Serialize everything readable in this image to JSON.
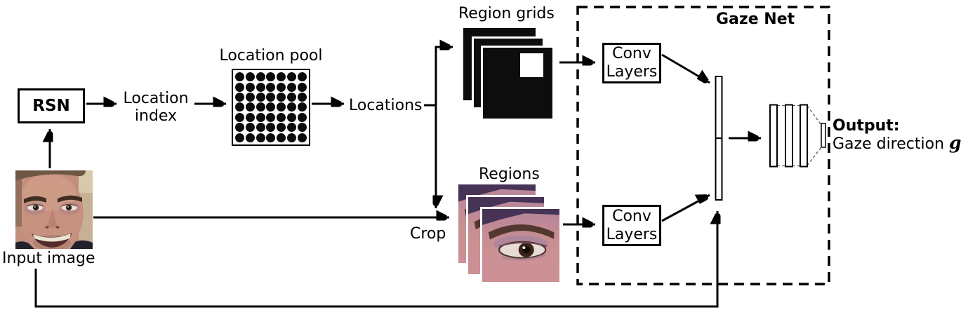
{
  "labels": {
    "input_image": "Input image",
    "rsn": "RSN",
    "location_index_line1": "Location",
    "location_index_line2": "index",
    "location_pool": "Location pool",
    "locations": "Locations",
    "region_grids": "Region grids",
    "regions": "Regions",
    "crop": "Crop",
    "gaze_net": "Gaze Net",
    "conv_line1": "Conv",
    "conv_line2": "Layers",
    "output_title": "Output:",
    "output_desc": "Gaze direction ",
    "output_symbol": "g"
  },
  "location_pool": {
    "rows": 7,
    "cols": 7
  },
  "figures": {
    "input_image": "face-photo",
    "region_grids": "stacked-binary-mask-grids",
    "regions": "stacked-eye-region-crops",
    "feature_bars": "concatenated-feature-vector-and-fc-layers"
  },
  "colors": {
    "line": "#000000",
    "background": "#ffffff",
    "mask_fill": "#0d0d0d"
  }
}
